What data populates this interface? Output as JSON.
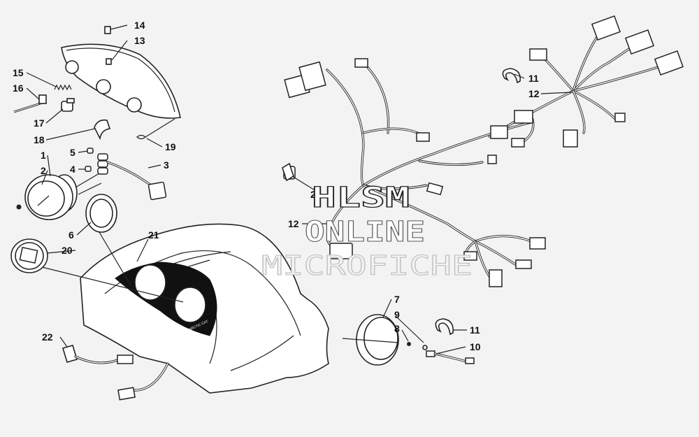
{
  "watermark": {
    "line1": "HLSM",
    "line2": "ONLINE",
    "line3": "MICROFICHE"
  },
  "dash_badge": "ARCTIC CAT",
  "callouts": [
    {
      "id": "c1",
      "text": "1"
    },
    {
      "id": "c2",
      "text": "2"
    },
    {
      "id": "c3",
      "text": "3"
    },
    {
      "id": "c4",
      "text": "4"
    },
    {
      "id": "c5",
      "text": "5"
    },
    {
      "id": "c6",
      "text": "6"
    },
    {
      "id": "c7",
      "text": "7"
    },
    {
      "id": "c8",
      "text": "8"
    },
    {
      "id": "c9",
      "text": "9"
    },
    {
      "id": "c10",
      "text": "10"
    },
    {
      "id": "c11a",
      "text": "11"
    },
    {
      "id": "c11b",
      "text": "11"
    },
    {
      "id": "c12",
      "text": "12"
    },
    {
      "id": "c13",
      "text": "13"
    },
    {
      "id": "c14",
      "text": "14"
    },
    {
      "id": "c15",
      "text": "15"
    },
    {
      "id": "c16",
      "text": "16"
    },
    {
      "id": "c17",
      "text": "17"
    },
    {
      "id": "c18",
      "text": "18"
    },
    {
      "id": "c19",
      "text": "19"
    },
    {
      "id": "c20",
      "text": "20"
    },
    {
      "id": "c21",
      "text": "21"
    },
    {
      "id": "c22",
      "text": "22"
    },
    {
      "id": "c23",
      "text": "23"
    },
    {
      "id": "c24",
      "text": "24"
    }
  ]
}
